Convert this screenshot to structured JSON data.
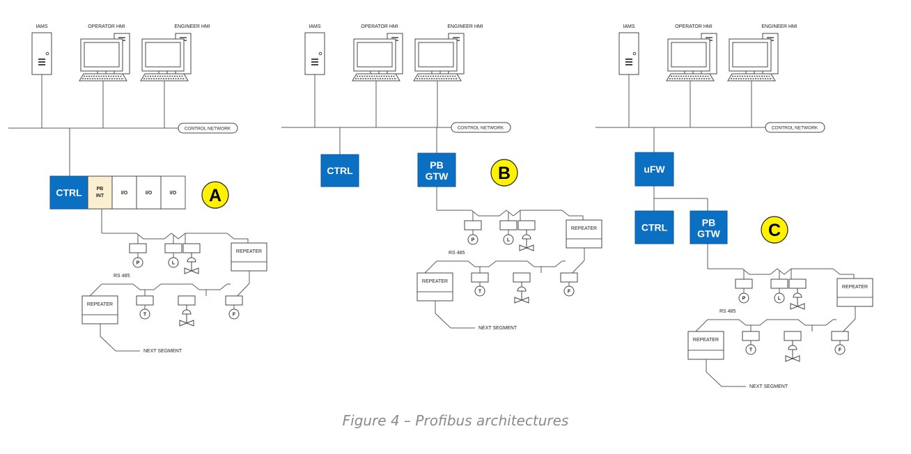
{
  "labels": {
    "iams": "IAMS",
    "operator_hmi": "OPERATOR HMI",
    "engineer_hmi": "ENGINEER HMI",
    "control_network": "CONTROL NETWORK",
    "ctrl": "CTRL",
    "pb_int_line1": "PB",
    "pb_int_line2": "INT",
    "io": "I/O",
    "pb_gtw_line1": "PB",
    "pb_gtw_line2": "GTW",
    "ufw": "uFW",
    "repeater": "REPEATER",
    "rs485": "RS 485",
    "next_segment": "NEXT SEGMENT",
    "sensor_p": "P",
    "sensor_l": "L",
    "sensor_t": "T",
    "sensor_f": "F"
  },
  "markers": {
    "a": "A",
    "b": "B",
    "c": "C"
  },
  "caption": "Figure 4 – Profibus architectures",
  "colors": {
    "ctrl_blue": "#0b6fc2",
    "pb_int_fill": "#fbefd1",
    "marker_yellow": "#fff200",
    "line": "#5a5a5a",
    "caption": "#8a8a8a"
  }
}
